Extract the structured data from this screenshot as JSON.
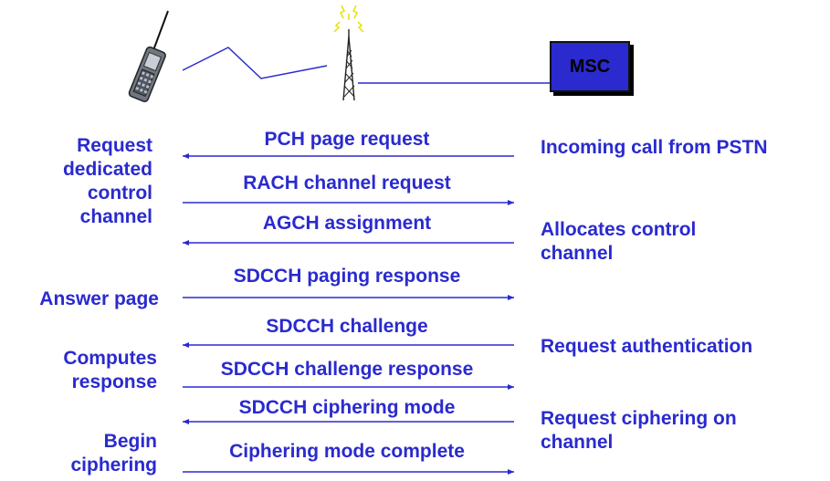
{
  "msc_label": "MSC",
  "left_labels": [
    "Request\ndedicated\ncontrol\nchannel",
    "Answer page",
    "Computes\nresponse",
    "Begin\nciphering"
  ],
  "right_labels": [
    "Incoming call from PSTN",
    "Allocates control\nchannel",
    "Request authentication",
    "Request ciphering on\nchannel"
  ],
  "messages": [
    {
      "label": "PCH page request",
      "direction": "left"
    },
    {
      "label": "RACH channel request",
      "direction": "right"
    },
    {
      "label": "AGCH assignment",
      "direction": "left"
    },
    {
      "label": "SDCCH paging response",
      "direction": "right"
    },
    {
      "label": "SDCCH challenge",
      "direction": "left"
    },
    {
      "label": "SDCCH challenge response",
      "direction": "right"
    },
    {
      "label": "SDCCH ciphering mode",
      "direction": "left"
    },
    {
      "label": "Ciphering mode complete",
      "direction": "right"
    }
  ],
  "colors": {
    "text": "#2a2acf",
    "arrow": "#2a2acf",
    "msc_fill": "#2a2acf",
    "antenna_signal": "#e8e000"
  },
  "icons": [
    "mobile-phone-icon",
    "radio-tower-icon"
  ]
}
